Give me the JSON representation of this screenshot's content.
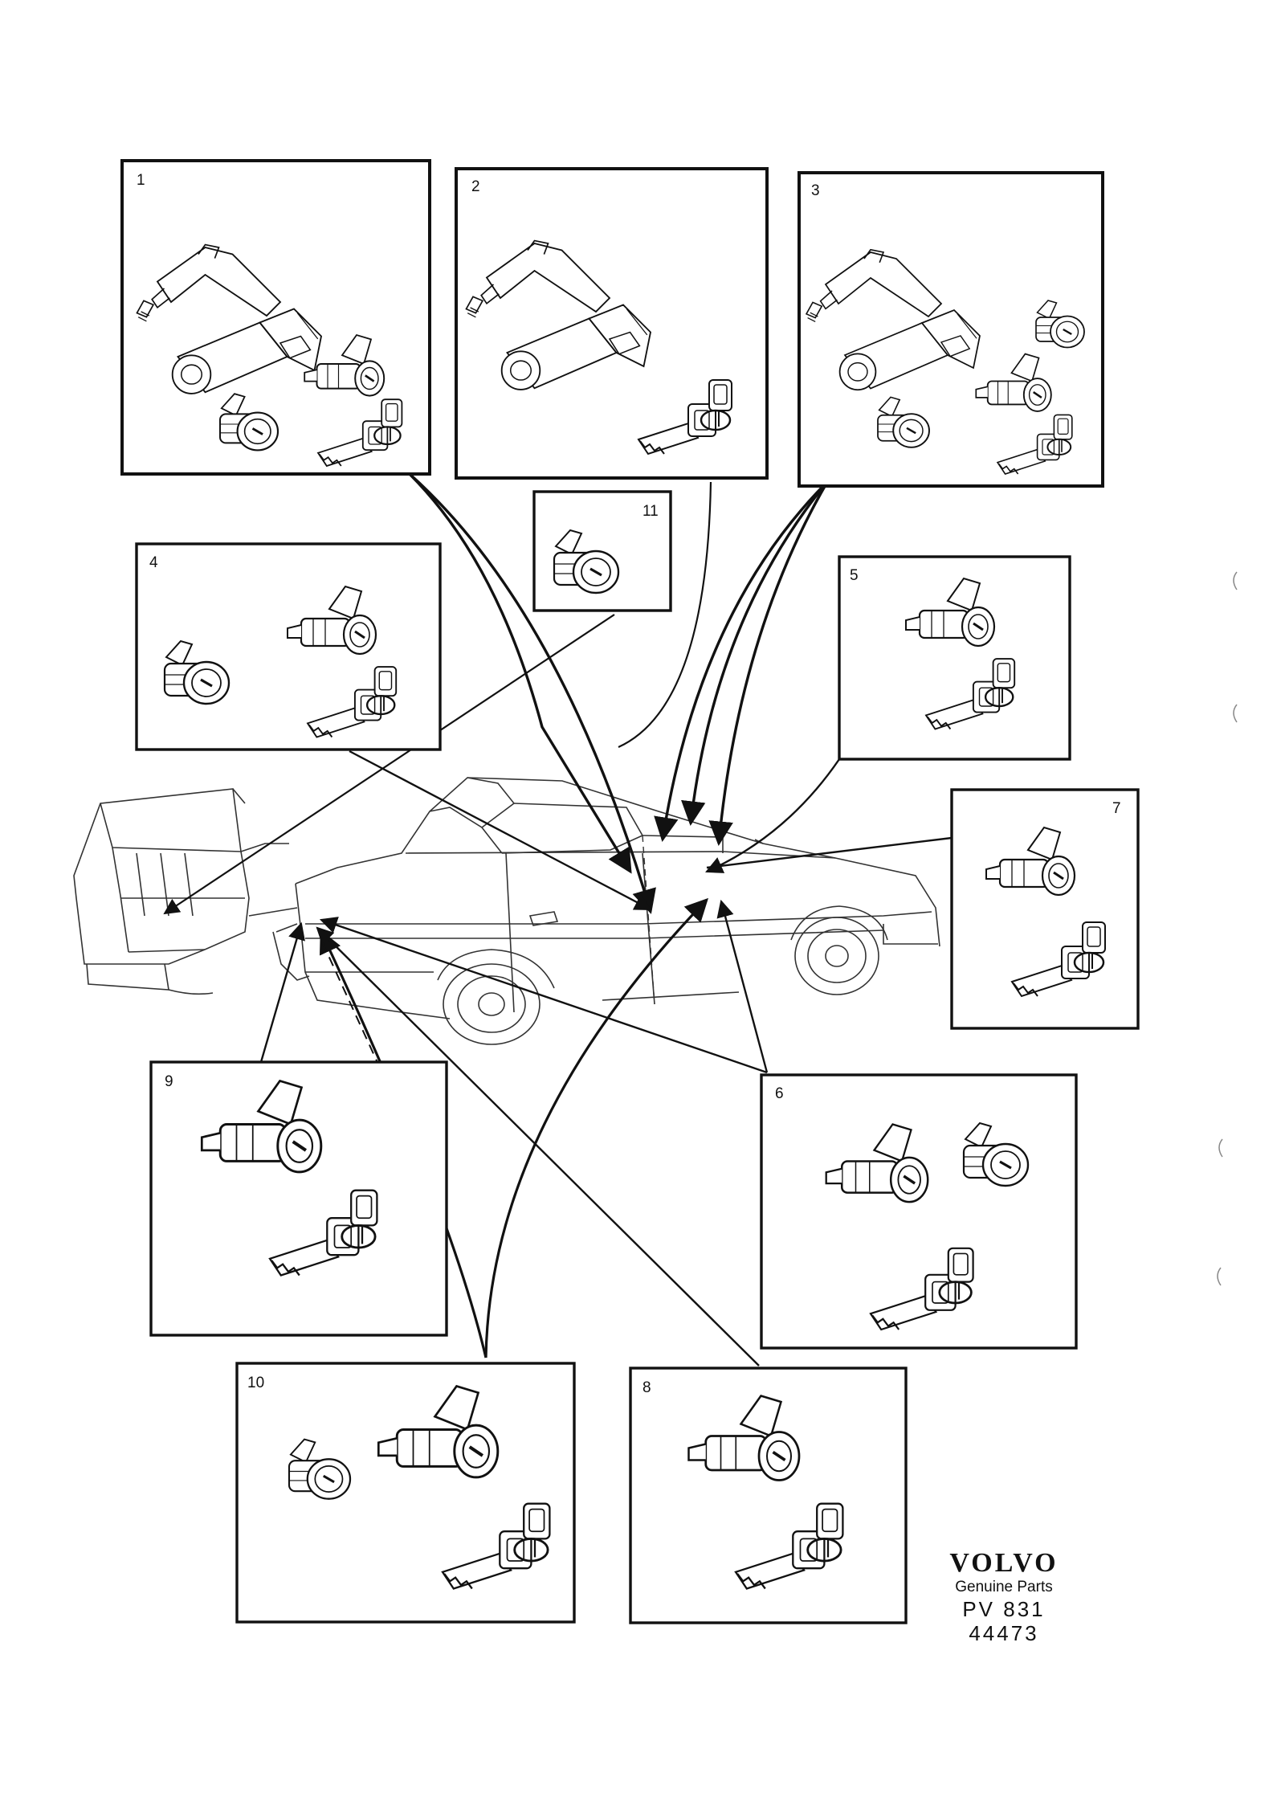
{
  "panels": [
    {
      "number": "1",
      "contents": [
        "ignition-lock",
        "door-lock",
        "door-lock",
        "key-pair"
      ]
    },
    {
      "number": "2",
      "contents": [
        "ignition-lock",
        "key-pair"
      ]
    },
    {
      "number": "3",
      "contents": [
        "ignition-lock",
        "cylinder",
        "door-lock",
        "door-lock",
        "key-pair"
      ]
    },
    {
      "number": "4",
      "contents": [
        "door-lock",
        "door-lock",
        "key-pair"
      ]
    },
    {
      "number": "5",
      "contents": [
        "door-lock",
        "key-pair"
      ]
    },
    {
      "number": "6",
      "contents": [
        "door-lock",
        "cylinder",
        "key-pair"
      ]
    },
    {
      "number": "7",
      "contents": [
        "door-lock",
        "key-pair"
      ]
    },
    {
      "number": "8",
      "contents": [
        "door-lock",
        "key-pair"
      ]
    },
    {
      "number": "9",
      "contents": [
        "door-lock",
        "key-pair"
      ]
    },
    {
      "number": "10",
      "contents": [
        "cylinder",
        "door-lock",
        "key-pair"
      ]
    },
    {
      "number": "11",
      "contents": [
        "cylinder"
      ]
    }
  ],
  "footer": {
    "brand": "VOLVO",
    "subtitle": "Genuine Parts",
    "part_number": "PV 831 44473"
  }
}
